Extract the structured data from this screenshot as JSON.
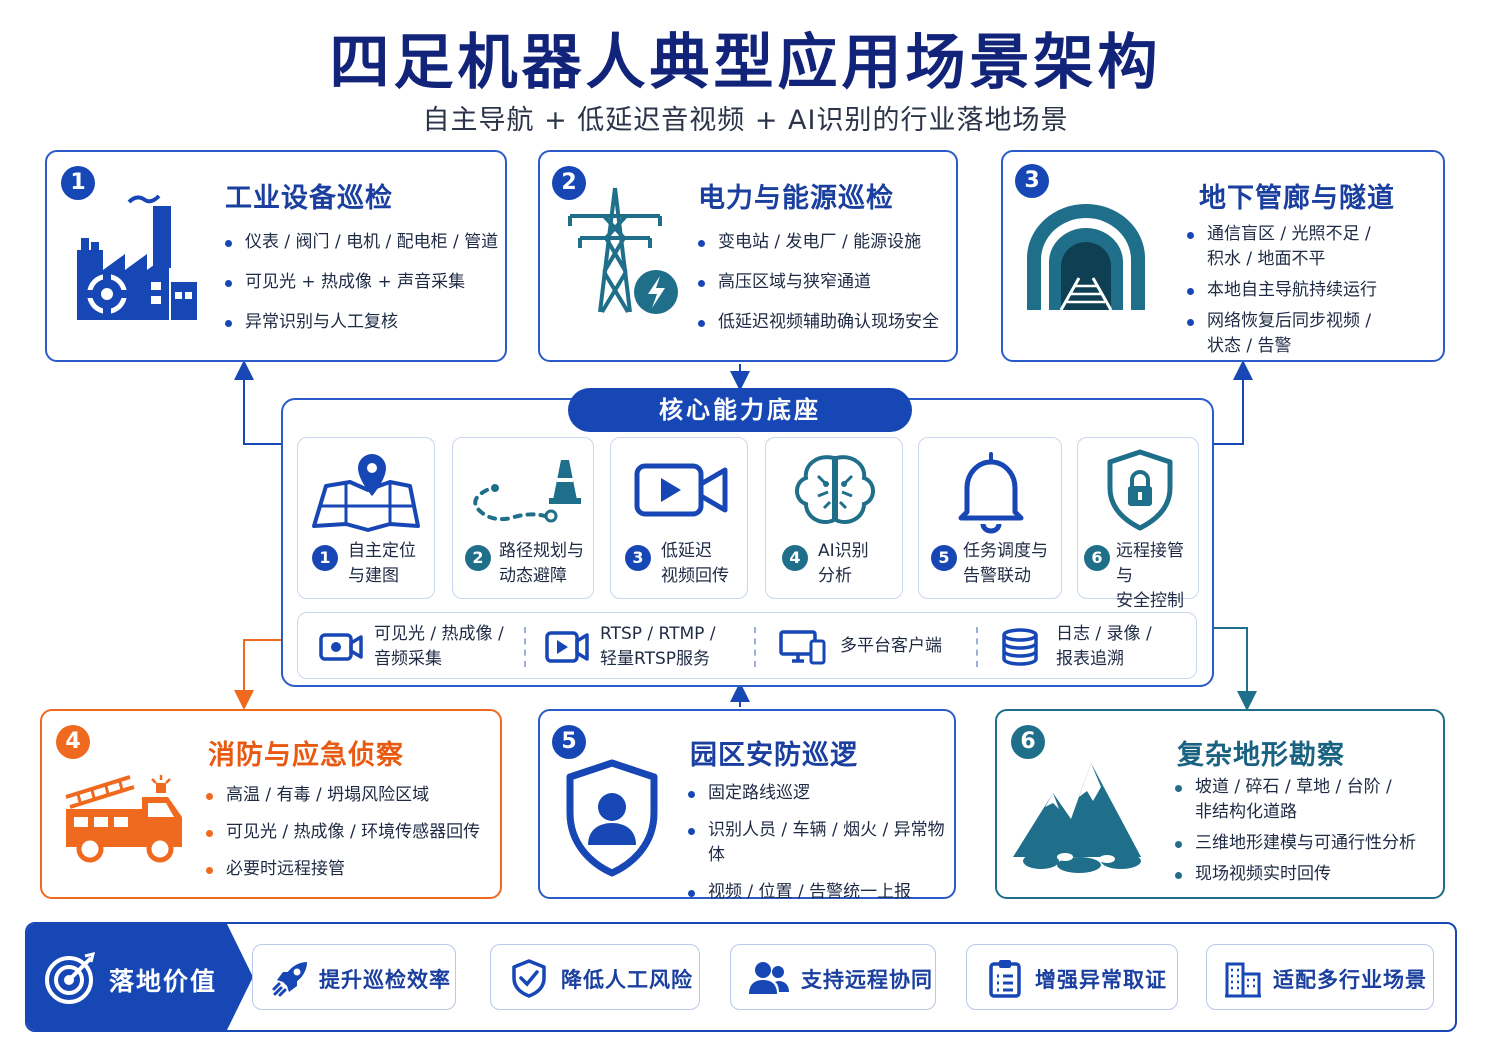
{
  "header": {
    "title": "四足机器人典型应用场景架构",
    "subtitle": "自主导航 + 低延迟音视频 + AI识别的行业落地场景"
  },
  "scenarios": [
    {
      "num": "1",
      "title": "工业设备巡检",
      "icon": "factory-icon",
      "color": "#1747b5",
      "bullets": [
        "仪表 / 阀门 / 电机 / 配电柜 / 管道",
        "可见光 + 热成像 + 声音采集",
        "异常识别与人工复核"
      ]
    },
    {
      "num": "2",
      "title": "电力与能源巡检",
      "icon": "power-tower-icon",
      "color": "#1747b5",
      "bullets": [
        "变电站 / 发电厂 / 能源设施",
        "高压区域与狭窄通道",
        "低延迟视频辅助确认现场安全"
      ]
    },
    {
      "num": "3",
      "title": "地下管廊与隧道",
      "icon": "tunnel-icon",
      "color": "#1747b5",
      "bullets": [
        "通信盲区 / 光照不足 /",
        "积水 / 地面不平",
        "本地自主导航持续运行",
        "网络恢复后同步视频 /",
        "状态 / 告警"
      ]
    },
    {
      "num": "4",
      "title": "消防与应急侦察",
      "icon": "fire-truck-icon",
      "color": "#ef6a1e",
      "bullets": [
        "高温 / 有毒 / 坍塌风险区域",
        "可见光 / 热成像 / 环境传感器回传",
        "必要时远程接管"
      ]
    },
    {
      "num": "5",
      "title": "园区安防巡逻",
      "icon": "security-shield-icon",
      "color": "#1747b5",
      "bullets": [
        "固定路线巡逻",
        "识别人员 / 车辆 / 烟火 / 异常物体",
        "视频 / 位置 / 告警统一上报"
      ]
    },
    {
      "num": "6",
      "title": "复杂地形勘察",
      "icon": "mountain-icon",
      "color": "#1f6f8b",
      "bullets": [
        "坡道 / 碎石 / 草地 / 台阶 /",
        "非结构化道路",
        "三维地形建模与可通行性分析",
        "现场视频实时回传"
      ]
    }
  ],
  "core": {
    "title": "核心能力底座",
    "capabilities": [
      {
        "num": "1",
        "line1": "自主定位",
        "line2": "与建图",
        "icon": "map-pin-icon",
        "color": "#1747b5"
      },
      {
        "num": "2",
        "line1": "路径规划与",
        "line2": "动态避障",
        "icon": "path-cone-icon",
        "color": "#1f6f8b"
      },
      {
        "num": "3",
        "line1": "低延迟",
        "line2": "视频回传",
        "icon": "video-camera-icon",
        "color": "#1747b5"
      },
      {
        "num": "4",
        "line1": "AI识别",
        "line2": "分析",
        "icon": "brain-icon",
        "color": "#1f6f8b"
      },
      {
        "num": "5",
        "line1": "任务调度与",
        "line2": "告警联动",
        "icon": "bell-icon",
        "color": "#1747b5"
      },
      {
        "num": "6",
        "line1": "远程接管与",
        "line2": "安全控制",
        "icon": "lock-shield-icon",
        "color": "#1f6f8b"
      }
    ],
    "infra": [
      {
        "line1": "可见光 / 热成像 /",
        "line2": "音频采集",
        "icon": "camera-icon"
      },
      {
        "line1": "RTSP / RTMP /",
        "line2": "轻量RTSP服务",
        "icon": "stream-icon"
      },
      {
        "line1": "多平台客户端",
        "line2": "",
        "icon": "devices-icon"
      },
      {
        "line1": "日志 / 录像 /",
        "line2": "报表追溯",
        "icon": "database-icon"
      }
    ]
  },
  "value": {
    "label": "落地价值",
    "icon": "target-icon",
    "items": [
      {
        "text": "提升巡检效率",
        "icon": "rocket-icon"
      },
      {
        "text": "降低人工风险",
        "icon": "shield-check-icon"
      },
      {
        "text": "支持远程协同",
        "icon": "users-icon"
      },
      {
        "text": "增强异常取证",
        "icon": "clipboard-icon"
      },
      {
        "text": "适配多行业场景",
        "icon": "buildings-icon"
      }
    ]
  },
  "colors": {
    "primary": "#1747b5",
    "navy": "#12237a",
    "orange": "#ef6a1e",
    "teal": "#1f6f8b"
  }
}
